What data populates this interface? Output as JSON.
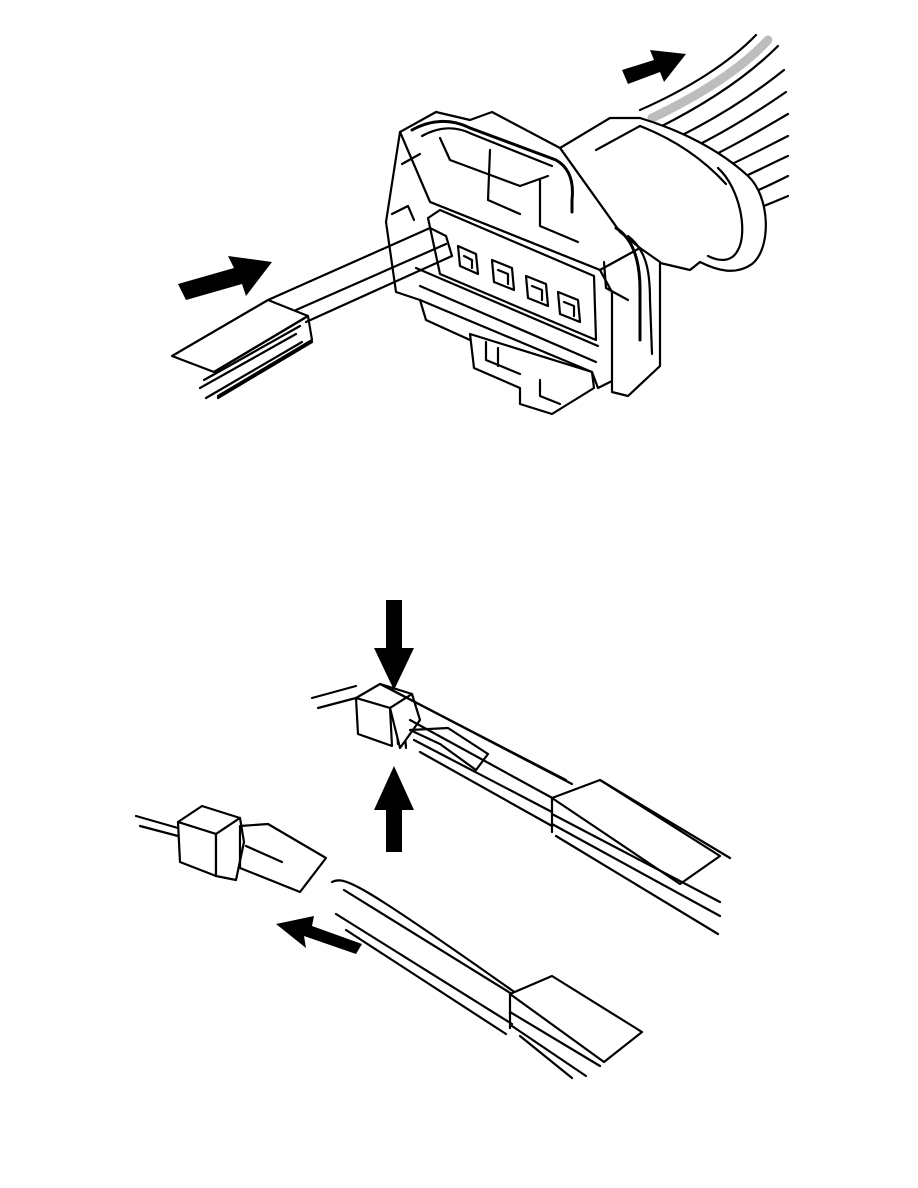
{
  "figures": [
    {
      "id": "connector-terminal-release",
      "arrows": [
        "push-right-arrow",
        "pull-up-right-arrow"
      ]
    },
    {
      "id": "terminal-lock-tool",
      "arrows": [
        "press-down-arrow",
        "press-up-arrow",
        "insert-left-arrow"
      ]
    }
  ],
  "colors": {
    "line": "#000000",
    "background": "#ffffff",
    "wire_highlight": "#bdbdbd"
  }
}
